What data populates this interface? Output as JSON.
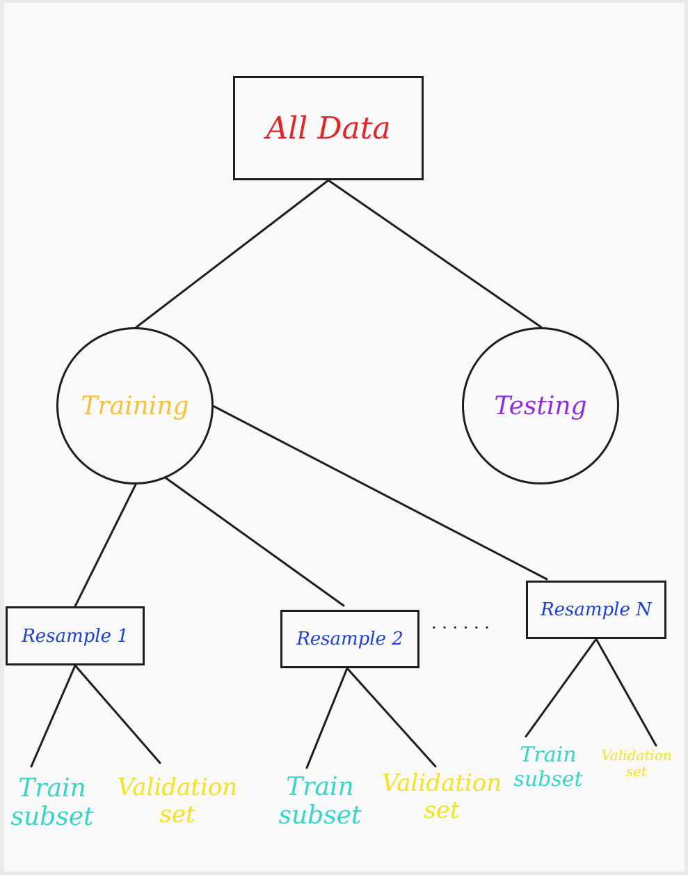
{
  "colors": {
    "line": "#1e1e1e",
    "root": "#e0262b",
    "training": "#f2c23a",
    "testing": "#8e2fdc",
    "resample": "#1d3fd6",
    "train_subset": "#35d6c8",
    "validation_set": "#f4e21f"
  },
  "root": {
    "label": "All Data"
  },
  "training": {
    "label": "Training"
  },
  "testing": {
    "label": "Testing"
  },
  "resamples": [
    {
      "label": "Resample 1",
      "train": [
        "Train",
        "subset"
      ],
      "validation": [
        "Validation",
        "set"
      ]
    },
    {
      "label": "Resample 2",
      "train": [
        "Train",
        "subset"
      ],
      "validation": [
        "Validation",
        "set"
      ]
    },
    {
      "label": "Resample N",
      "train": [
        "Train",
        "subset"
      ],
      "validation": [
        "Validation",
        "set"
      ]
    }
  ],
  "ellipsis": "· · · · · ·"
}
